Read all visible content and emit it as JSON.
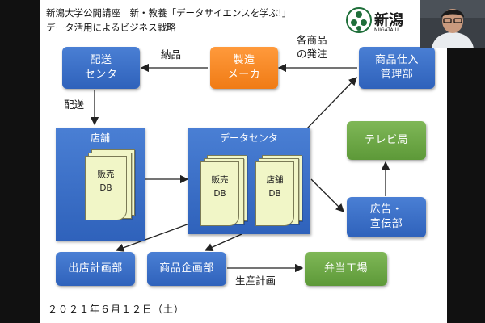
{
  "slide": {
    "title_line1": "新潟大学公開講座　新・教養「データサイエンスを学ぶ!」",
    "title_line2": "データ活用によるビジネス戦略",
    "logo_text": "新潟",
    "logo_subtext": "NIIGATA U",
    "date": "２０２１年６月１２日（土）"
  },
  "boxes": {
    "haiso": "配送\nセンタ",
    "seizo": "製造\nメーカ",
    "shiire": "商品仕入\n管理部",
    "tv": "テレビ局",
    "koukoku": "広告・\n宣伝部",
    "shutten": "出店計画部",
    "kikaku": "商品企画部",
    "bento": "弁当工場"
  },
  "panels": {
    "tenpo": "店舗",
    "data_center": "データセンタ"
  },
  "docs": {
    "store_db": "販売\nDB",
    "dc_sales_db": "販売\nDB",
    "dc_store_db": "店舗\nDB"
  },
  "labels": {
    "nouhin": "納品",
    "hacchu": "各商品\nの発注",
    "haiso": "配送",
    "seisan": "生産計画"
  },
  "colors": {
    "blue": "#2f62bb",
    "orange": "#f07b15",
    "green": "#5d9938",
    "doc": "#f1f6c7"
  }
}
